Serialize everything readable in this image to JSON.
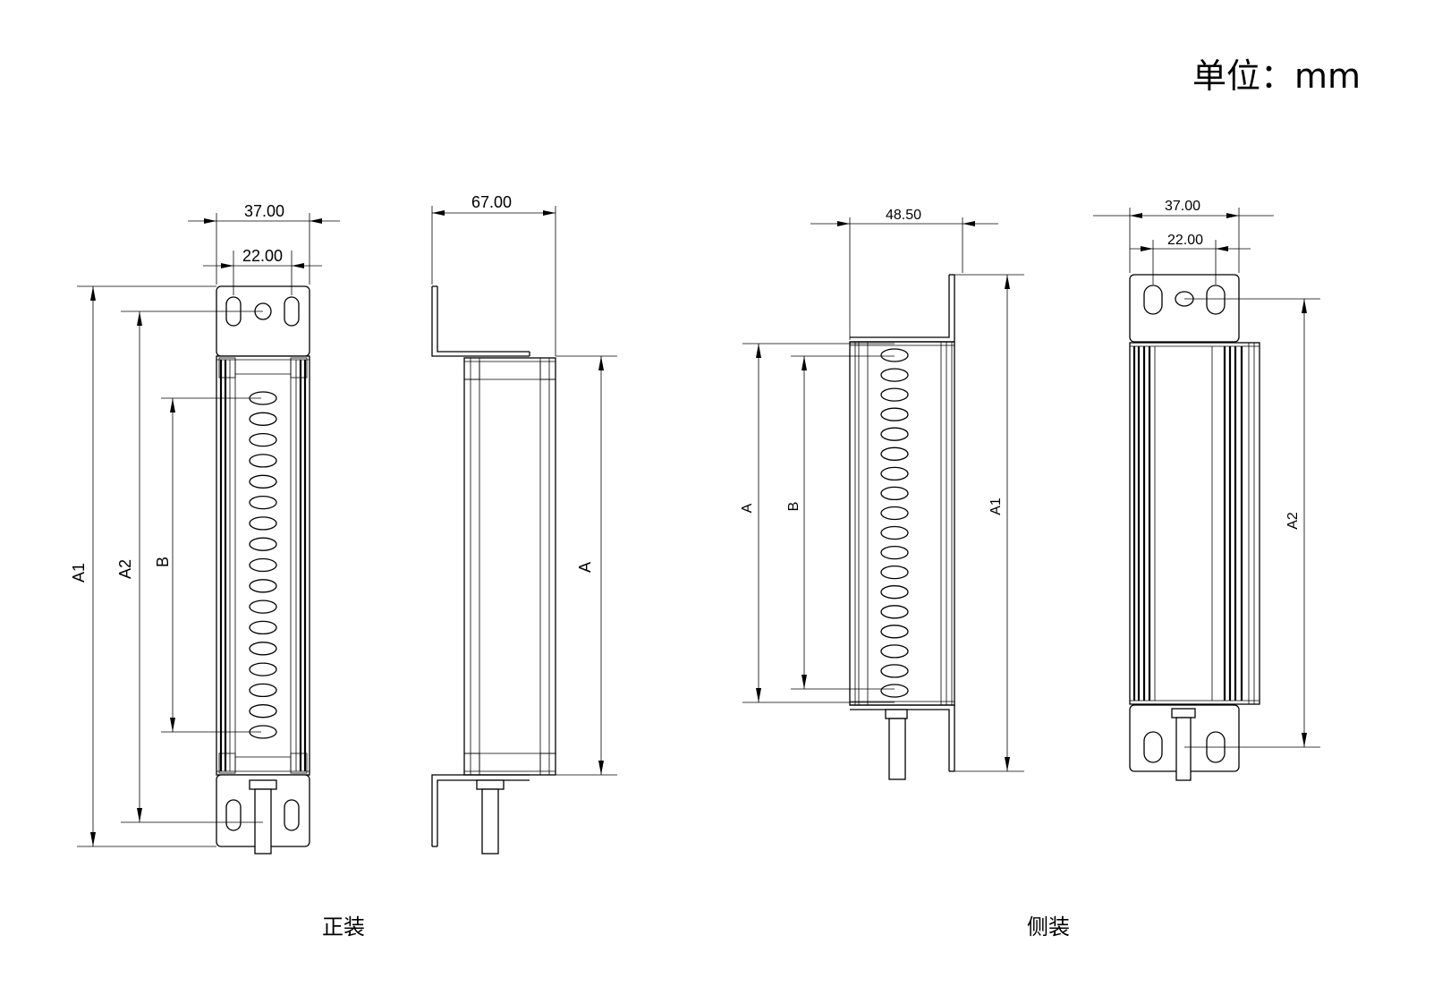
{
  "unit_label": "单位：mm",
  "captions": {
    "front_mount": "正装",
    "side_mount": "侧装"
  },
  "views": {
    "front": {
      "width_outer": "37.00",
      "width_holes": "22.00",
      "label_a1": "A1",
      "label_a2": "A2",
      "label_b": "B"
    },
    "front_side": {
      "depth": "67.00",
      "label_a": "A"
    },
    "side": {
      "width": "48.50",
      "label_a": "A",
      "label_b": "B",
      "label_a1": "A1"
    },
    "side_back": {
      "width_outer": "37.00",
      "width_holes": "22.00",
      "label_a2": "A2"
    }
  }
}
